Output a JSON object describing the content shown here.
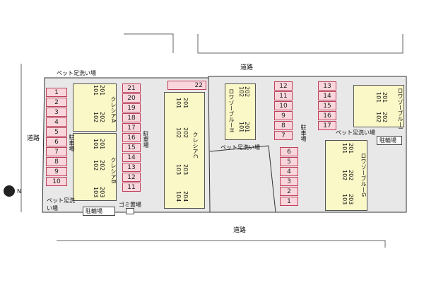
{
  "roads": {
    "top": "道路",
    "left": "道路",
    "bottom": "道路"
  },
  "compass": {
    "letter": "N"
  },
  "left_parking": [
    "1",
    "2",
    "3",
    "4",
    "5",
    "6",
    "7",
    "8",
    "9",
    "10"
  ],
  "center_parking": [
    "21",
    "20",
    "19",
    "18",
    "17",
    "16",
    "15",
    "14",
    "13",
    "12",
    "11"
  ],
  "top_parking": "22",
  "mid_parking": [
    "12",
    "11",
    "10",
    "9",
    "8",
    "7"
  ],
  "mid_low_parking": [
    "6",
    "5",
    "4",
    "3",
    "2",
    "1"
  ],
  "right_parking": [
    "13",
    "14",
    "15",
    "16",
    "17"
  ],
  "buildings": {
    "a": {
      "name": "クレシアA",
      "units_top": [
        "201",
        "101"
      ],
      "units_bot": [
        "202",
        "102"
      ]
    },
    "b": {
      "name": "クレシアB",
      "units_top": [
        "201",
        "101"
      ],
      "units_mid": [
        "202",
        "102"
      ],
      "units_bot": [
        "203",
        "103"
      ]
    },
    "c": {
      "name": "クレシアC",
      "units": [
        "201",
        "101",
        "202",
        "102",
        "203",
        "103",
        "204",
        "104"
      ]
    },
    "h": {
      "name": "ロワゾーブルーH",
      "units": [
        "202",
        "102",
        "201",
        "101"
      ]
    },
    "i": {
      "name": "ロワゾーブルーI",
      "units": [
        "201",
        "101",
        "202",
        "102"
      ]
    },
    "g": {
      "name": "ロワゾーブルーG",
      "units": [
        "201",
        "101",
        "202",
        "102",
        "203",
        "103"
      ]
    }
  },
  "labels": {
    "pet_wash_top": "ペット足洗い場",
    "pet_wash_left": "ペット足洗い場",
    "pet_wash_mid": "ペット足洗い場",
    "pet_wash_right": "ペット足洗い場",
    "parking_left": "駐車場",
    "parking_center": "駐車場",
    "parking_mid": "駐車場",
    "bicycle_left": "駐輪場",
    "bicycle_right": "駐輪場",
    "garbage": "ゴミ置場"
  }
}
